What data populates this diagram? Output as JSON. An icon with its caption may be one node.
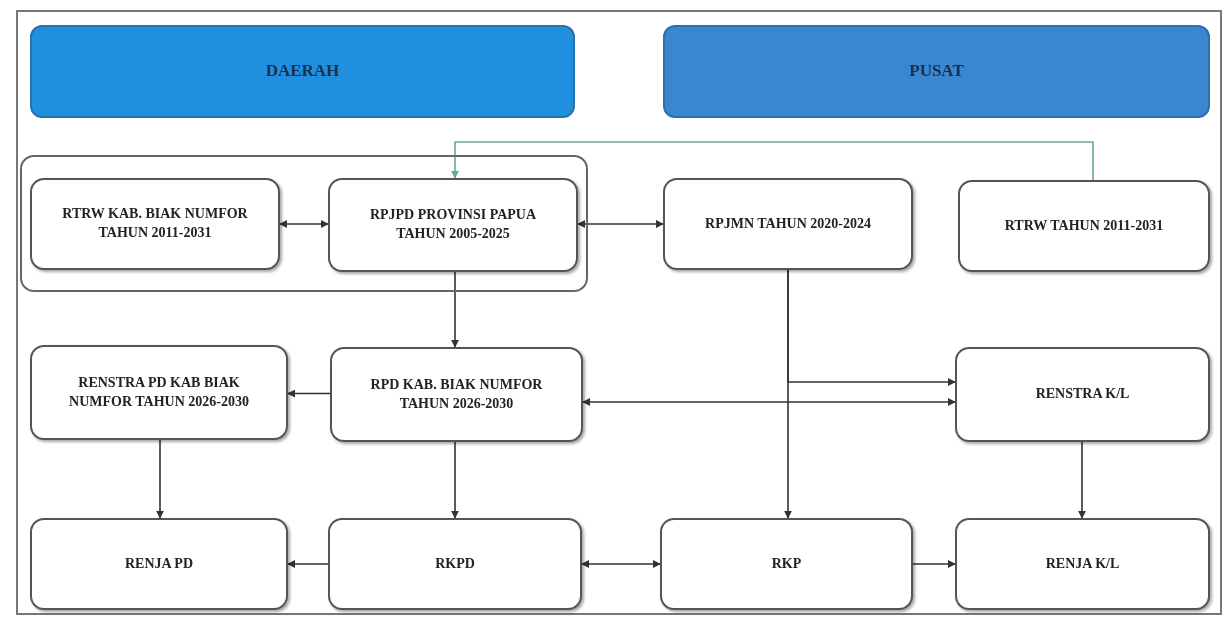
{
  "diagram": {
    "nodes": [
      {
        "text": [
          "DAERAH"
        ]
      },
      {
        "text": [
          "PUSAT"
        ]
      },
      {
        "text": [],
        "shape": "box"
      },
      {
        "text": [
          "RTRW KAB. BIAK NUMFOR TAHUN 2011-2031"
        ],
        "in": 2
      },
      {
        "text": [
          "RPJPD PROVINSI PAPUA TAHUN 2005-2025"
        ],
        "in": 2
      },
      {
        "text": [
          "RPJMN TAHUN 2020-2024"
        ]
      },
      {
        "text": [
          "RTRW TAHUN 2011-2031"
        ]
      },
      {
        "text": [
          "RENSTRA PD KAB BIAK NUMFOR TAHUN 2026-2030"
        ]
      },
      {
        "text": [
          "RPD KAB. BIAK NUMFOR TAHUN 2026-2030"
        ]
      },
      {
        "text": [
          "RENSTRA K/L"
        ]
      },
      {
        "text": [
          "RENJA PD"
        ]
      },
      {
        "text": [
          "RKPD"
        ]
      },
      {
        "text": [
          "RKP"
        ]
      },
      {
        "text": [
          "RENJA K/L"
        ]
      }
    ],
    "edges": [
      {
        "from": 4,
        "to": 3,
        "arrow": "both"
      },
      {
        "from": 6,
        "to": 4,
        "arrow": "to",
        "color": "#6aa59a"
      },
      {
        "from": 4,
        "to": 5,
        "arrow": "both"
      },
      {
        "from": 4,
        "to": 8,
        "arrow": "to"
      },
      {
        "from": 8,
        "to": 7,
        "arrow": "to"
      },
      {
        "from": 8,
        "to": 9,
        "arrow": "both"
      },
      {
        "from": 5,
        "to": 9,
        "arrow": "to"
      },
      {
        "from": 5,
        "to": 12,
        "arrow": "to"
      },
      {
        "from": 7,
        "to": 10,
        "arrow": "to"
      },
      {
        "from": 8,
        "to": 11,
        "arrow": "to"
      },
      {
        "from": 11,
        "to": 10,
        "arrow": "to"
      },
      {
        "from": 11,
        "to": 12,
        "arrow": "both"
      },
      {
        "from": 12,
        "to": 13,
        "arrow": "to"
      },
      {
        "from": 9,
        "to": 13,
        "arrow": "to"
      }
    ]
  }
}
